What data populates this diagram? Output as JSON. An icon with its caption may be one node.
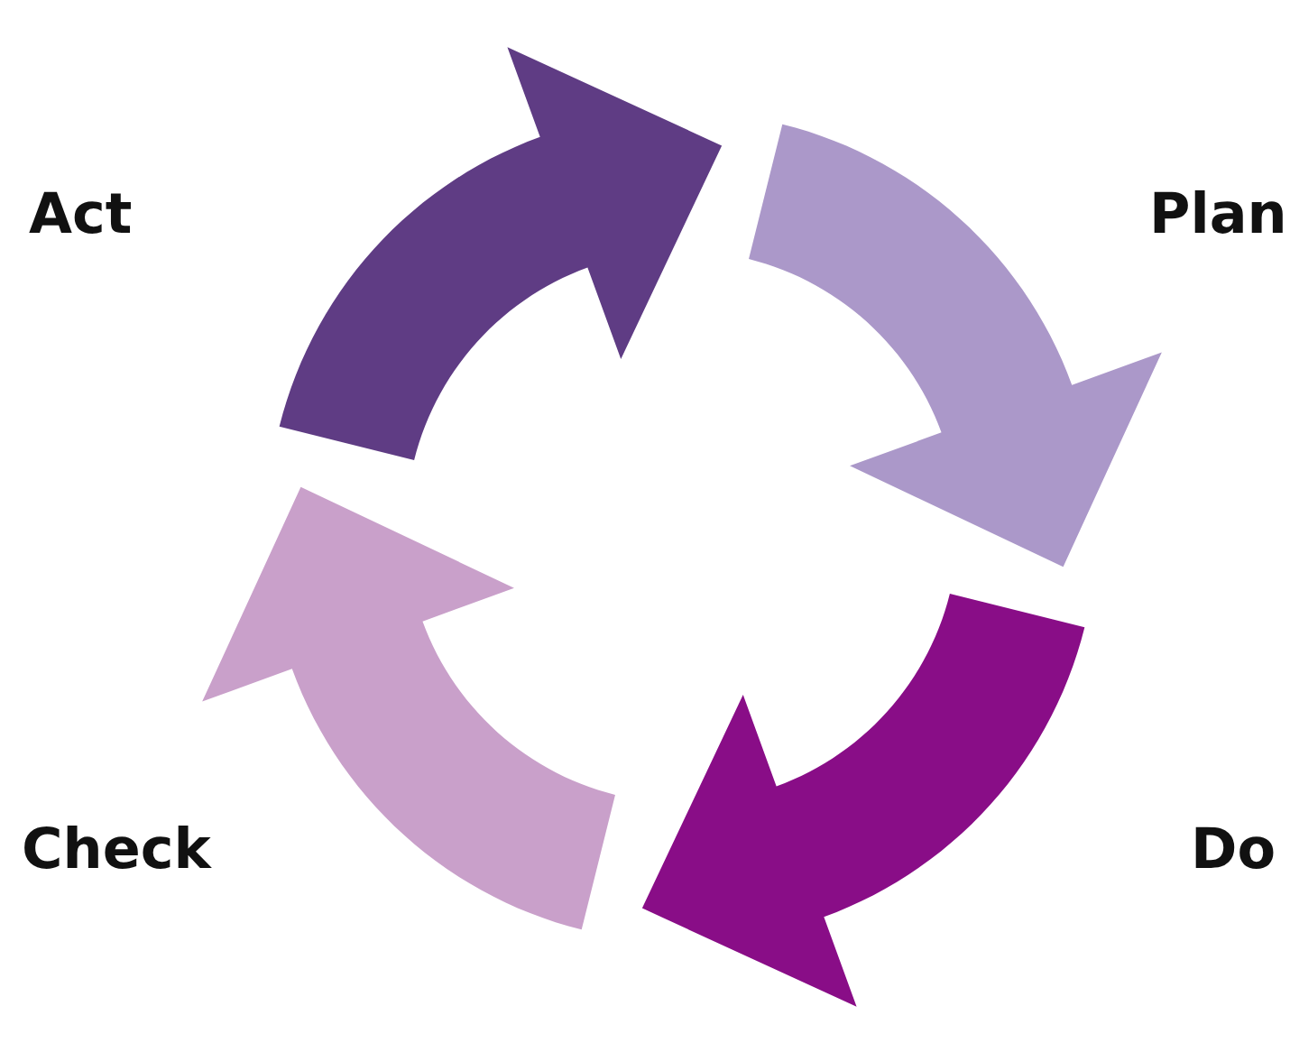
{
  "diagram": {
    "labels": [
      "Act",
      "Plan",
      "Check",
      "Do"
    ]
  }
}
